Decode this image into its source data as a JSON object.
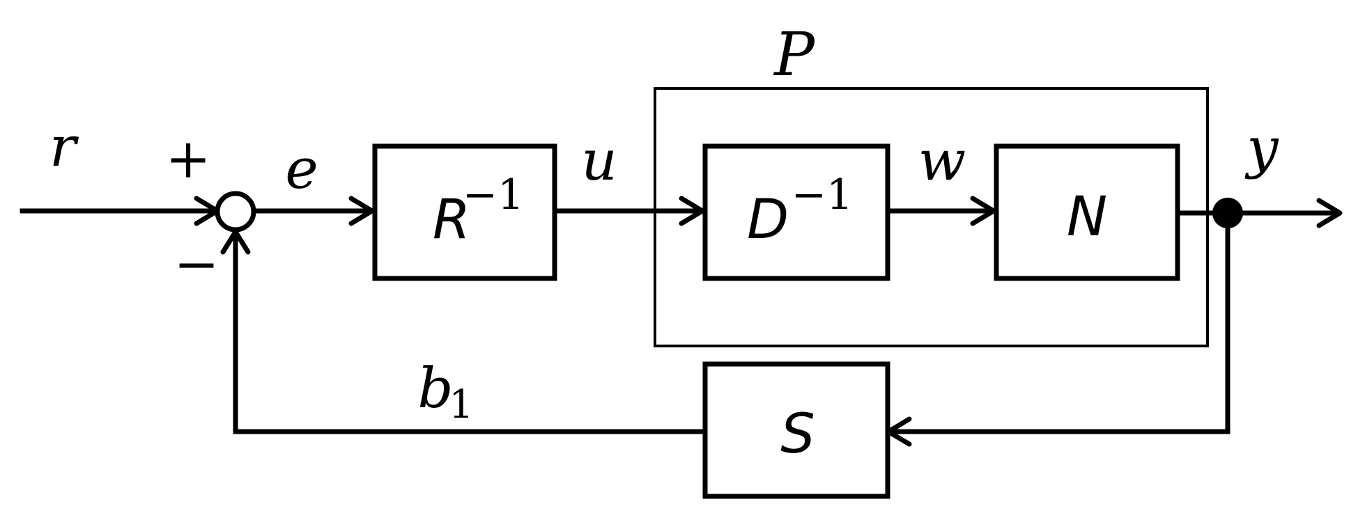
{
  "signals": {
    "r": "r",
    "e": "e",
    "u": "u",
    "w": "w",
    "y": "y",
    "b1_base": "b",
    "b1_sub": "1"
  },
  "summing_junction": {
    "plus": "+",
    "minus": "−"
  },
  "plant_group": {
    "label": "P"
  },
  "blocks": {
    "R_inv": {
      "base": "R",
      "sup": "−1"
    },
    "D_inv": {
      "base": "D",
      "sup": "−1"
    },
    "N": {
      "base": "N"
    },
    "S": {
      "base": "S"
    }
  }
}
